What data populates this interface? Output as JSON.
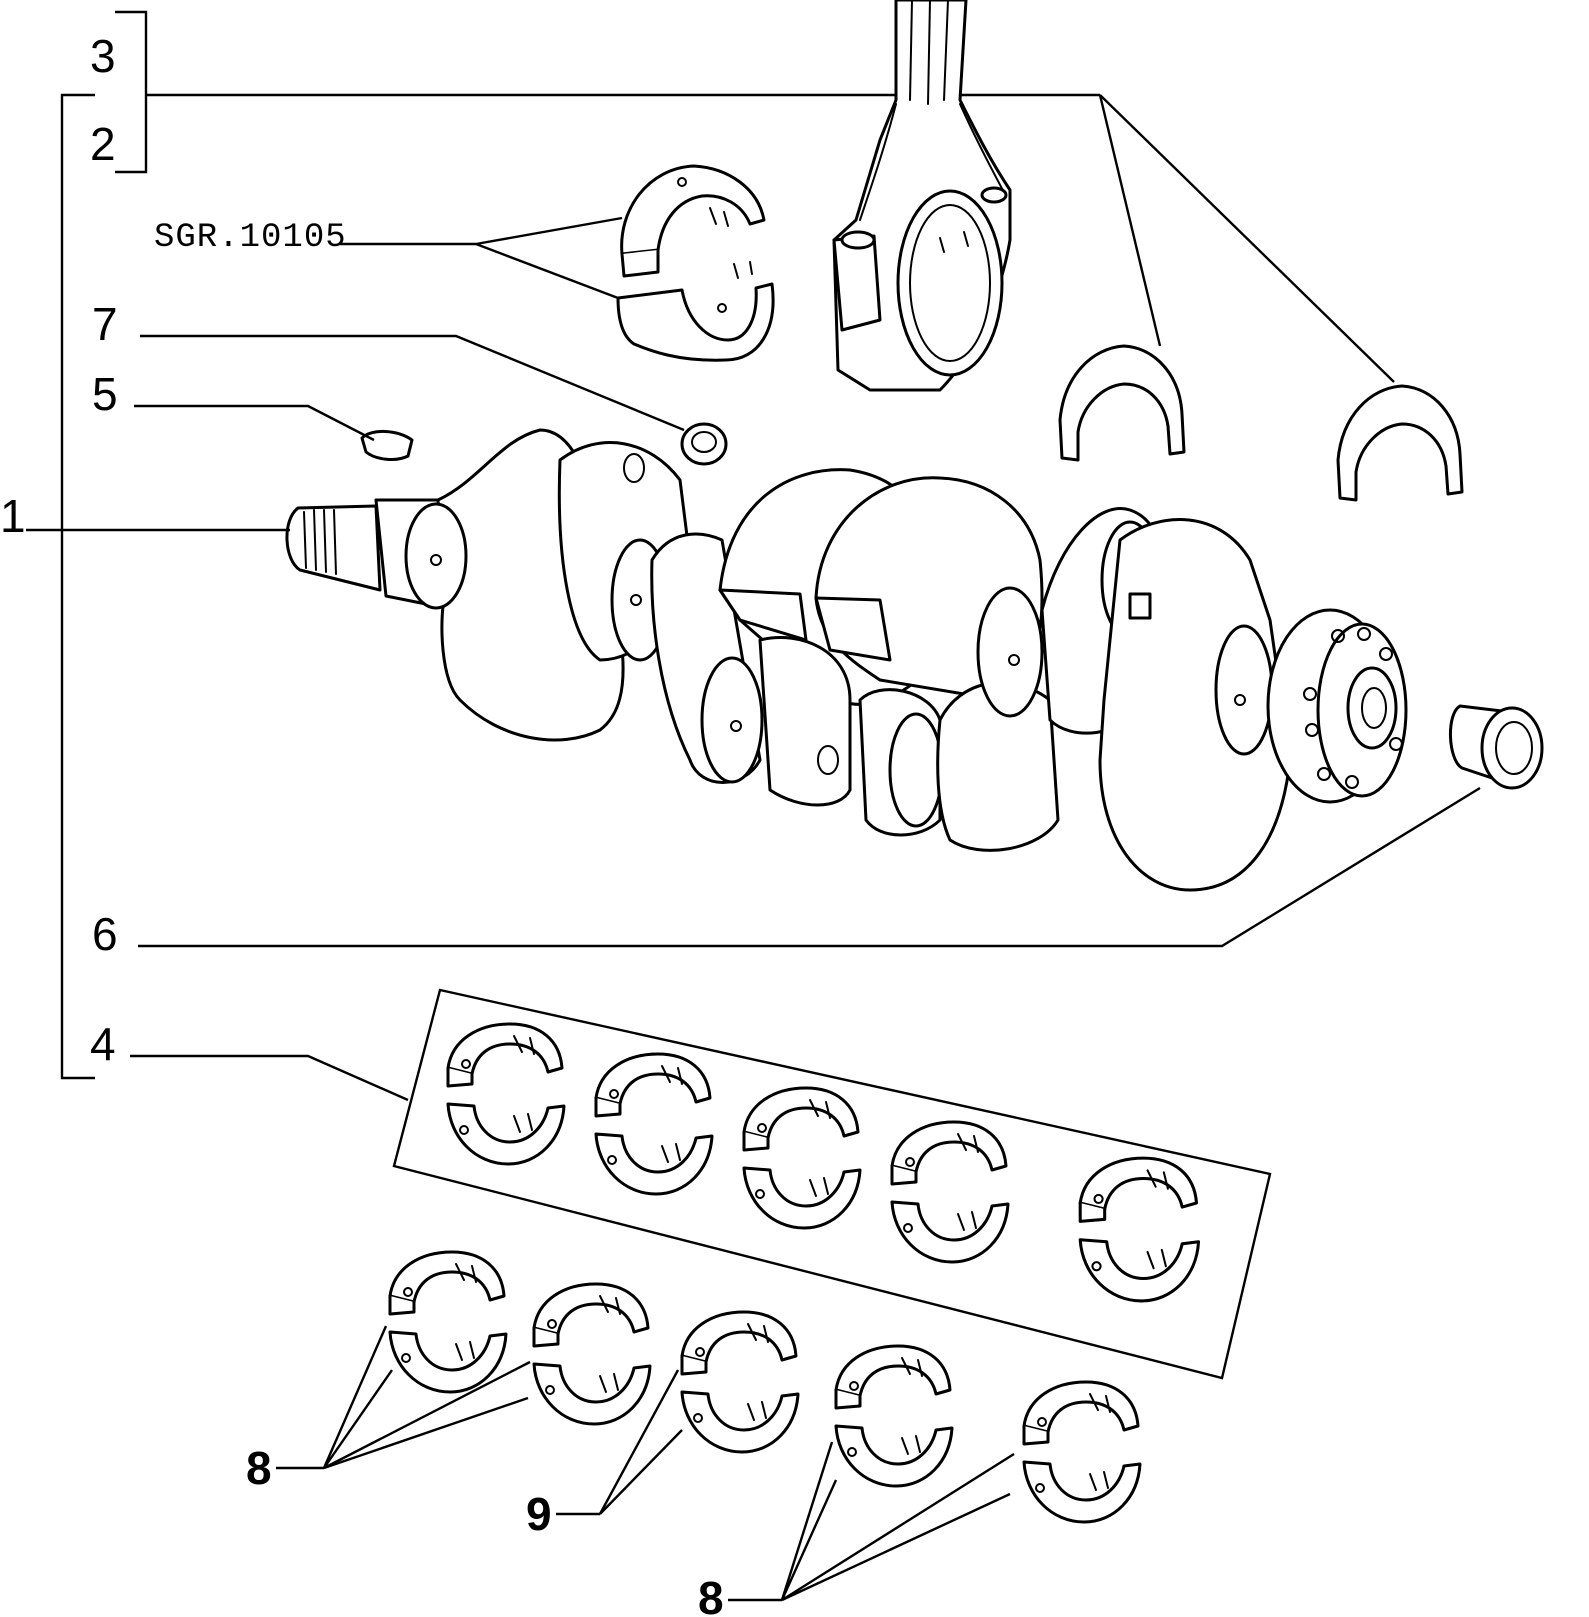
{
  "diagram": {
    "reference_code": "SGR.10105",
    "callouts": {
      "c1": "1",
      "c2": "2",
      "c3": "3",
      "c4": "4",
      "c5": "5",
      "c6": "6",
      "c7": "7",
      "c8a": "8",
      "c8b": "8",
      "c9": "9"
    }
  }
}
